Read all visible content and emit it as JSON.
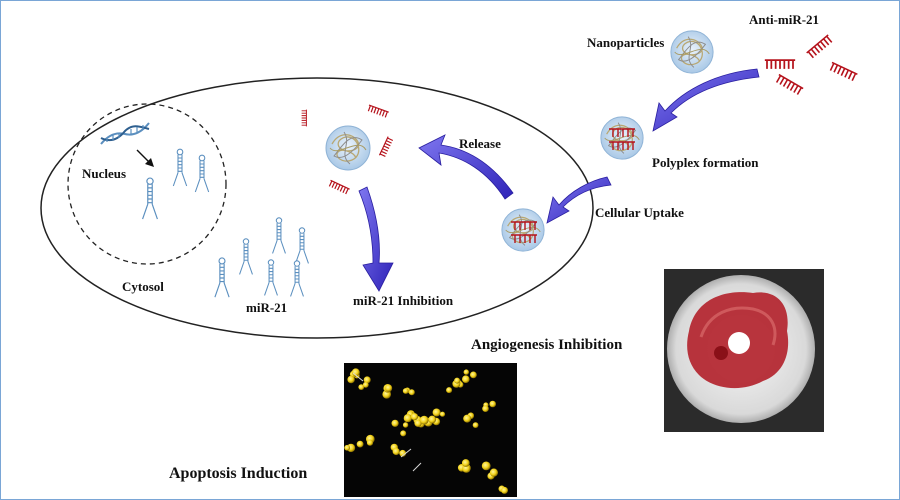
{
  "labels": {
    "nucleus": "Nucleus",
    "cytosol": "Cytosol",
    "mir21": "miR-21",
    "mir21_inhibition": "miR-21 Inhibition",
    "release": "Release",
    "cellular_uptake": "Cellular Uptake",
    "polyplex_formation": "Polyplex formation",
    "nanoparticles": "Nanoparticles",
    "anti_mir21": "Anti-miR-21",
    "angiogenesis_inhibition": "Angiogenesis Inhibition",
    "apoptosis_induction": "Apoptosis Induction"
  },
  "colors": {
    "border": "#7aa6d6",
    "arrow": "#4a3fd6",
    "antimir": "#b5121b",
    "rna": "#5b8fbf",
    "nanoparticle": "#cfe2f3",
    "fluorescence": "#f2d21a",
    "tissue": "#b3242e"
  }
}
